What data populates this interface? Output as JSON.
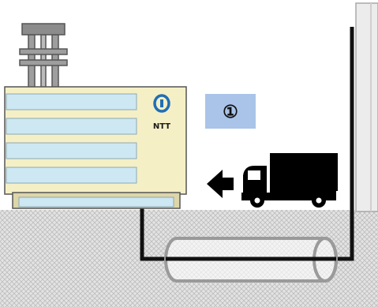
{
  "scene": {
    "building": {
      "logo_text": "NTT",
      "window_rows": 4
    },
    "step_badge": {
      "label": "①",
      "color": "#a9c4e8"
    },
    "colors": {
      "building_wall": "#f5efc6",
      "building_window": "#cde8f3",
      "ntt_logo": "#1f6fb5",
      "ground": "#d8d8d8",
      "pole": "#ececec",
      "cable": "#111111",
      "truck": "#000000"
    },
    "icons": [
      "ntt-logo-icon",
      "arrow-left-icon",
      "truck-icon",
      "underground-pipe-icon"
    ]
  }
}
